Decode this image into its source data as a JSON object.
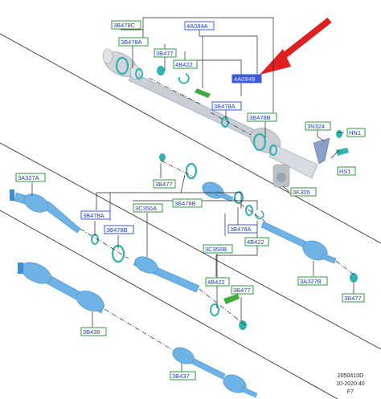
{
  "labels": {
    "l_3b478c": "3B478C",
    "l_4a084a": "4A084A",
    "l_3b478a_1": "3B478A",
    "l_3b477_1": "3B477",
    "l_4b422_1": "4B422",
    "l_4a084b": "4A084B",
    "l_3b478a_2": "3B478A",
    "l_3b478b_1": "3B478B",
    "l_3n324": "3N324",
    "l_hn1": "HN1",
    "l_hs1": "HS1",
    "l_3k305": "3K305",
    "l_3a327a": "3A327A",
    "l_3b477_2": "3B477",
    "l_3b478b_2": "3B478B",
    "l_3b478a_3": "3B478A",
    "l_3b478b_3": "3B478B",
    "l_3c356a": "3C356A",
    "l_3b478a_4": "3B478A",
    "l_4b422_2": "4B422",
    "l_3c356b": "3C356B",
    "l_3a327b": "3A327B",
    "l_4b422_3": "4B422",
    "l_3b477_3": "3B477",
    "l_3b477_4": "3B477",
    "l_3b436": "3B436",
    "l_3b437": "3B437"
  },
  "reference": {
    "code": "2050410D",
    "date": "10-2020 40",
    "page": "F7"
  },
  "colors": {
    "part_blue": "#6fb3e6",
    "part_dark": "#3f8fd0",
    "ring_teal": "#2fb3b0",
    "bracket_grey": "#9aa4ad",
    "arrow_red": "#e02020",
    "highlight_blue": "#3b5bd8"
  }
}
